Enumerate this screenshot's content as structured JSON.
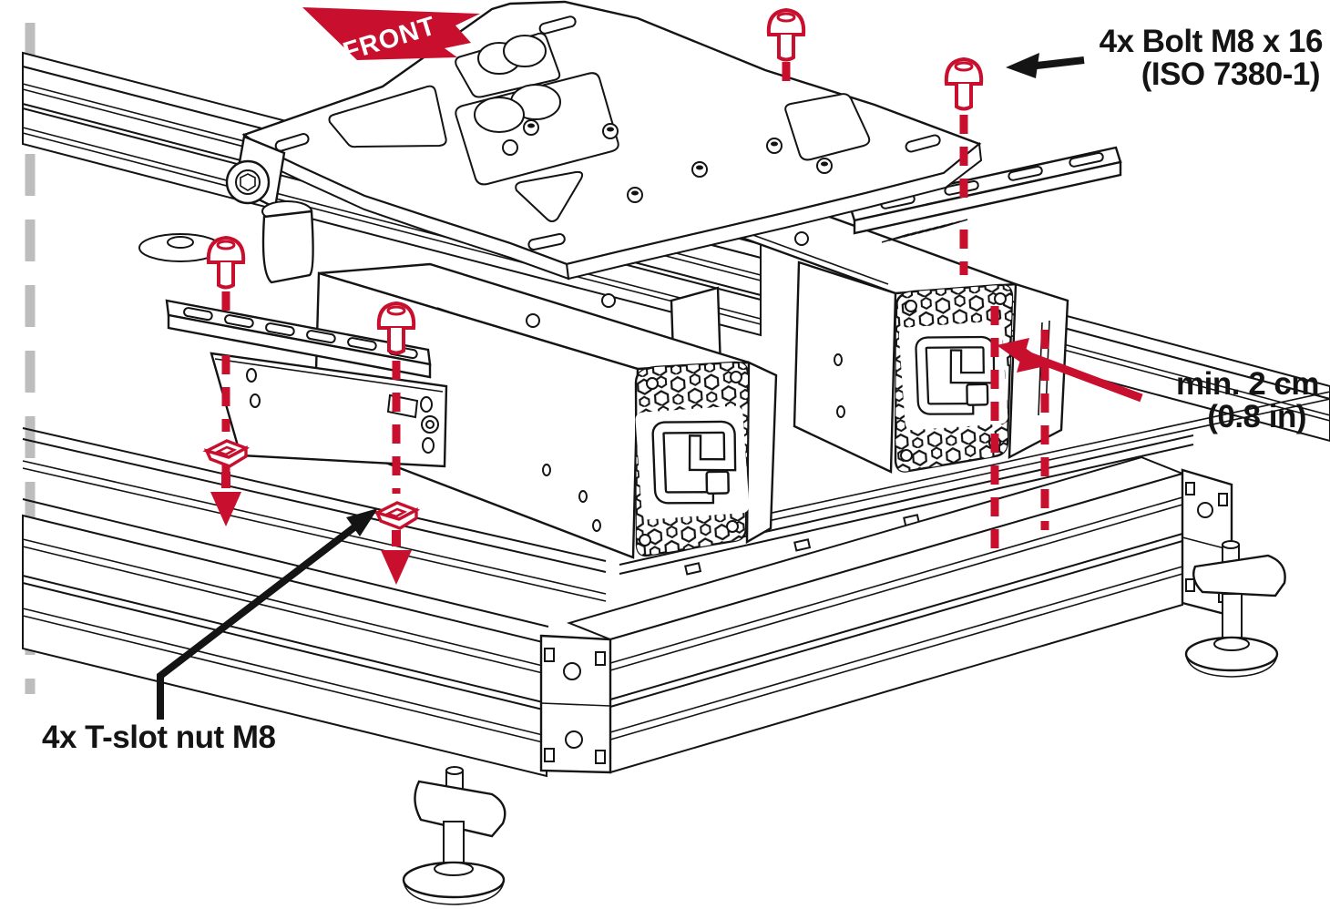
{
  "diagram": {
    "title_hint": "Actuator mounting instruction",
    "front_marker": {
      "label": "FRONT"
    },
    "bolt_callout": {
      "line1": "4x Bolt M8 x 16",
      "line2": "(ISO 7380-1)"
    },
    "clearance_callout": {
      "line1": "min. 2 cm",
      "line2": "(0.8 in)"
    },
    "tslot_callout": {
      "label": "4x T-slot nut M8"
    },
    "colors": {
      "annotation_red": "#C8102E",
      "line_black": "#141414",
      "continuation_gray": "#BDBDBD",
      "background": "#FFFFFF"
    }
  }
}
